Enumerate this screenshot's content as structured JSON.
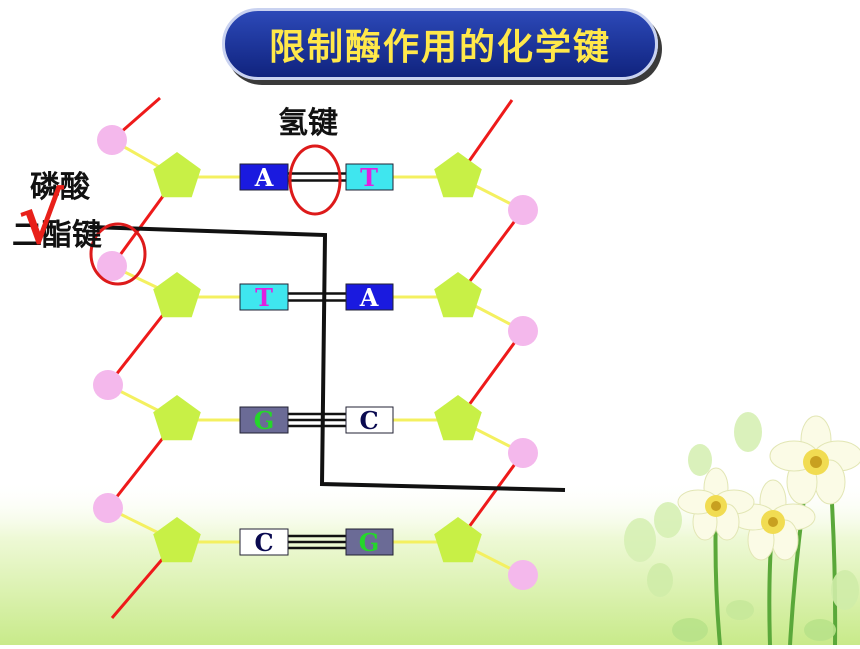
{
  "title": "限制酶作用的化学键",
  "labels": {
    "hydrogen_bond": "氢键",
    "phosphodiester_line1": "磷酸",
    "phosphodiester_line2": "二酯键",
    "checkmark": "√"
  },
  "base_pairs": [
    {
      "left": "A",
      "right": "T",
      "bonds": 2
    },
    {
      "left": "T",
      "right": "A",
      "bonds": 2
    },
    {
      "left": "G",
      "right": "C",
      "bonds": 3
    },
    {
      "left": "C",
      "right": "G",
      "bonds": 3
    }
  ],
  "colors": {
    "A": {
      "fill": "#1a1adf",
      "text": "#ffffff"
    },
    "T": {
      "fill": "#3fe6ef",
      "text": "#e020e0"
    },
    "G": {
      "fill": "#6b6b96",
      "text": "#25d62a"
    },
    "C": {
      "fill": "#ffffff",
      "text": "#0a0a50"
    },
    "sugar": "#c8f046",
    "phosphate": "#f4b8ec",
    "backbone": "#ee1a1a",
    "sugar_link": "#f4f060",
    "highlight_circle": "#dd1a1a",
    "cut_line": "#111111"
  }
}
